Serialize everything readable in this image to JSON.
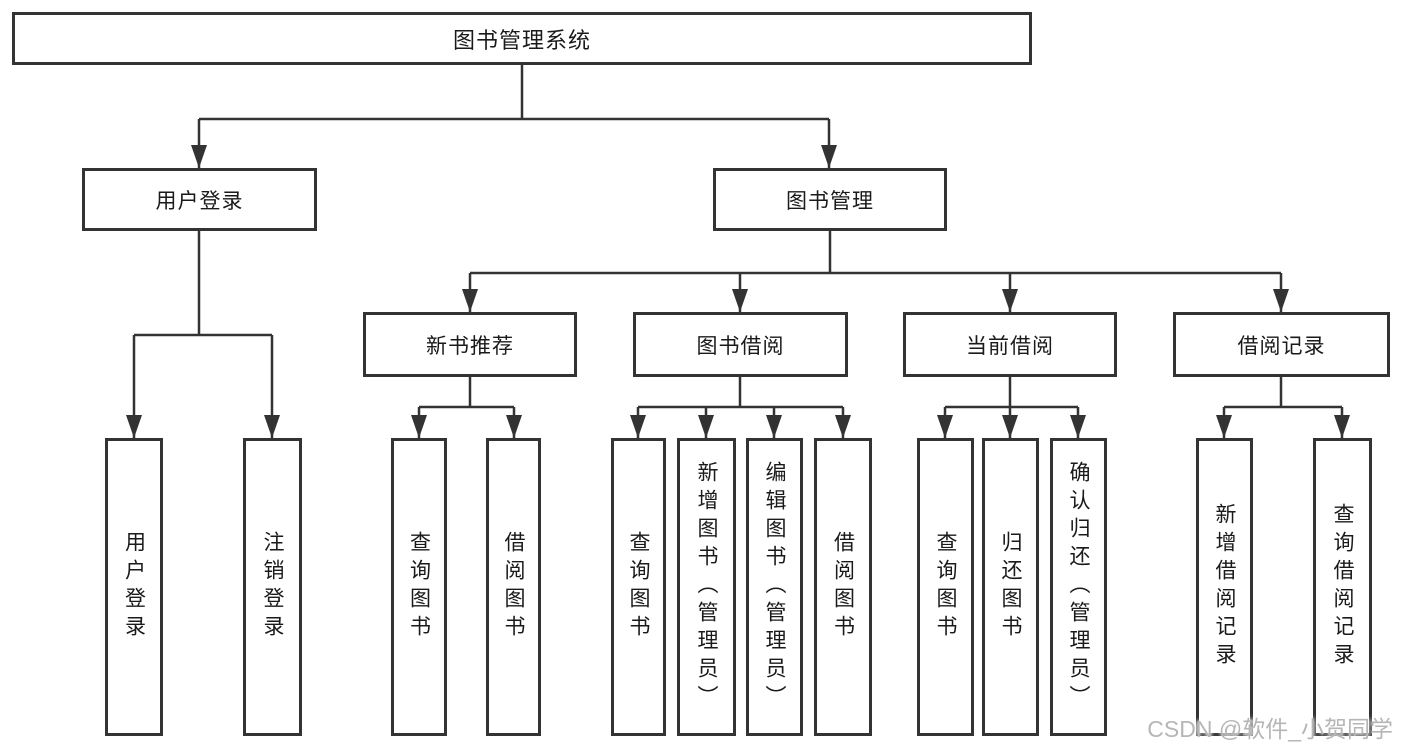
{
  "colors": {
    "background": "#ffffff",
    "line": "#333333",
    "box_border": "#333333",
    "box_fill": "#ffffff",
    "text": "#1a1a1a",
    "watermark": "#b6b6b6"
  },
  "watermark": {
    "text": "CSDN @软件_小贺同学"
  },
  "tree": {
    "label": "图书管理系统",
    "children": [
      {
        "label": "用户登录",
        "children": [
          {
            "label": "用户登录"
          },
          {
            "label": "注销登录"
          }
        ]
      },
      {
        "label": "图书管理",
        "children": [
          {
            "label": "新书推荐",
            "children": [
              {
                "label": "查询图书"
              },
              {
                "label": "借阅图书"
              }
            ]
          },
          {
            "label": "图书借阅",
            "children": [
              {
                "label": "查询图书"
              },
              {
                "label": "新增图书（管理员）"
              },
              {
                "label": "编辑图书（管理员）"
              },
              {
                "label": "借阅图书"
              }
            ]
          },
          {
            "label": "当前借阅",
            "children": [
              {
                "label": "查询图书"
              },
              {
                "label": "归还图书"
              },
              {
                "label": "确认归还（管理员）"
              }
            ]
          },
          {
            "label": "借阅记录",
            "children": [
              {
                "label": "新增借阅记录"
              },
              {
                "label": "查询借阅记录"
              }
            ]
          }
        ]
      }
    ]
  }
}
